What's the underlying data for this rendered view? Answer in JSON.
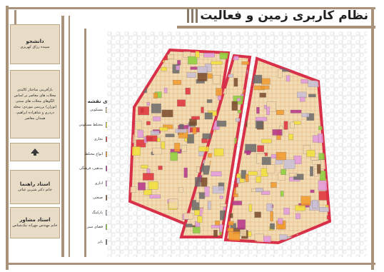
{
  "title": "نظام کاربری زمین و فعالیت",
  "sidebar": {
    "student_label": "دانشجو",
    "student_name": "سپیده رزاق کهریزی",
    "description": "بازآفرینی ساختار کالبدی محلات های معاصر بر اساس الگوهای محلات های سنتی (توران) بررسی موردی: محله دردری و شاهزاده ابراهیم، همدان معاصر",
    "icon": "arrow-up-icon",
    "supervisor_label": "استاد راهنما",
    "supervisor_name": "خانم دکتر شیرین غیاثی",
    "advisor_label": "استاد مشاور",
    "advisor_name": "خانم مهندس مهرانه نیک‌شناس"
  },
  "legend": {
    "title": "راهنمای نقشه",
    "items": [
      {
        "label": "مسکونی",
        "color": "#f2d9ac"
      },
      {
        "label": "مختلط مسکونی",
        "color": "#f2e13a"
      },
      {
        "label": "تجاری",
        "color": "#e0303a"
      },
      {
        "label": "انواع مختلط",
        "color": "#f39a2a"
      },
      {
        "label": "مذهبی، فرهنگی",
        "color": "#b5338a"
      },
      {
        "label": "اداری",
        "color": "#e39ae0"
      },
      {
        "label": "صنعتی",
        "color": "#7a4a2a"
      },
      {
        "label": "پارکینگ",
        "color": "#c9c0d8"
      },
      {
        "label": "فضای سبز",
        "color": "#8cd13a"
      },
      {
        "label": "بایر",
        "color": "#6a6a6a"
      }
    ]
  }
}
